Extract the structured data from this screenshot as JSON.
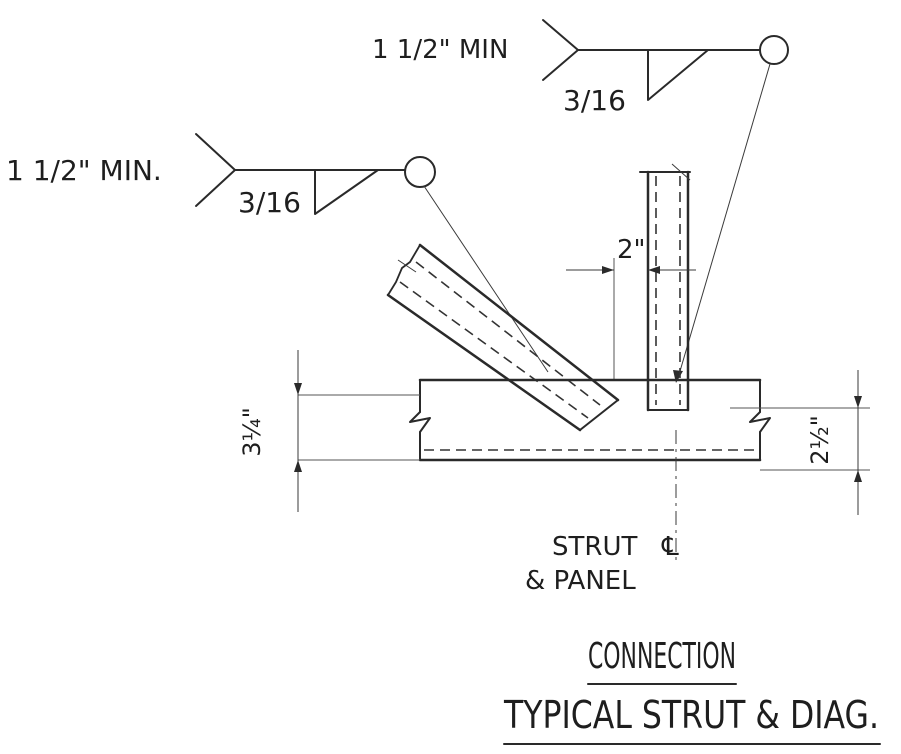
{
  "callout_top": {
    "length_text": "1 1/2\" MIN",
    "weld_size": "3/16"
  },
  "callout_left": {
    "length_text": "1 1/2\" MIN.",
    "weld_size": "3/16"
  },
  "dims": {
    "gap": "2\"",
    "left_height": "3¼\"",
    "right_height": "2½\""
  },
  "labels": {
    "strut_line1": "STRUT",
    "centerline_symbol": "℄",
    "strut_line2": "& PANEL"
  },
  "titles": {
    "line1": "CONNECTION",
    "line2": "TYPICAL STRUT & DIAG."
  }
}
